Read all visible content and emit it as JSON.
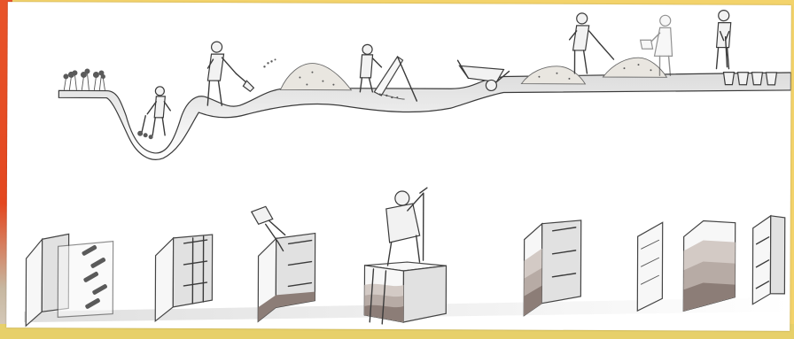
{
  "figure": {
    "top_row": [
      "plants-on-topsoil",
      "worker-digging-pit",
      "worker-shoveling-soil",
      "soil-pile",
      "worker-sieving-soil",
      "sieve-screen",
      "wheelbarrow",
      "soil-piles",
      "worker-mixing-soil",
      "person-watering",
      "worker-tamping",
      "buckets"
    ],
    "bottom_row": [
      "open-formwork-with-rods",
      "closed-formwork",
      "pouring-soil-into-formwork",
      "worker-ramming-soil",
      "filled-formwork",
      "formwork-removed",
      "finished-rammed-earth-wall"
    ]
  },
  "colors": {
    "frame_yellow": "#f3d36b",
    "frame_orange": "#e8542a",
    "ink": "#3a3a3a",
    "earth_layer": "#8c7d77"
  }
}
